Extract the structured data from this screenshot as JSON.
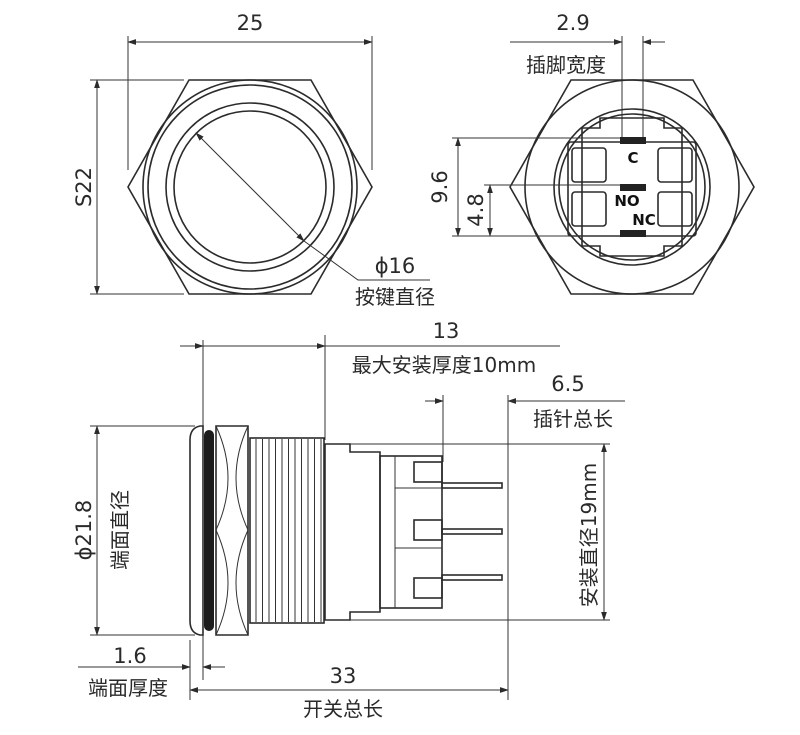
{
  "top_left_view": {
    "width_dim": "25",
    "hex_dim": "S22",
    "button_dia": "ϕ16",
    "button_dia_label": "按键直径"
  },
  "top_right_view": {
    "pin_width_dim": "2.9",
    "pin_width_label": "插脚宽度",
    "pin_span_dim": "9.6",
    "pin_pitch_dim": "4.8",
    "terminal_c": "C",
    "terminal_no": "NO",
    "terminal_nc": "NC"
  },
  "side_view": {
    "max_mount_dim": "13",
    "max_mount_label": "最大安装厚度10mm",
    "pin_len_dim": "6.5",
    "pin_len_label": "插针总长",
    "end_dia_dim": "ϕ21.8",
    "end_dia_label": "端面直径",
    "mount_dia_label": "安装直径19mm",
    "end_thick_dim": "1.6",
    "end_thick_label": "端面厚度",
    "total_len_dim": "33",
    "total_len_label": "开关总长"
  }
}
